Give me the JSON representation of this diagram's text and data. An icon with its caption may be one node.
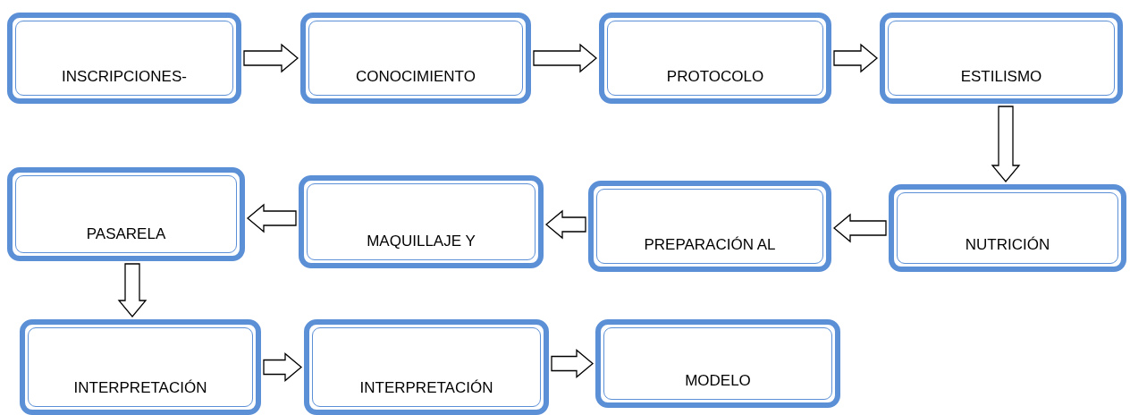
{
  "diagram": {
    "nodes": [
      {
        "text": [
          "INSCRIPCIONES-"
        ]
      },
      {
        "text": [
          "CONOCIMIENTO"
        ]
      },
      {
        "text": [
          "PROTOCOLO"
        ]
      },
      {
        "text": [
          "ESTILISMO"
        ]
      },
      {
        "text": [
          "NUTRICIÓN"
        ]
      },
      {
        "text": [
          "PREPARACIÓN AL"
        ]
      },
      {
        "text": [
          "MAQUILLAJE Y"
        ]
      },
      {
        "text": [
          "PASARELA"
        ]
      },
      {
        "text": [
          "INTERPRETACIÓN"
        ]
      },
      {
        "text": [
          "INTERPRETACIÓN"
        ]
      },
      {
        "text": [
          "MODELO"
        ]
      }
    ],
    "edges": [
      {
        "from": 0,
        "to": 1,
        "arrow": "to"
      },
      {
        "from": 1,
        "to": 2,
        "arrow": "to"
      },
      {
        "from": 2,
        "to": 3,
        "arrow": "to"
      },
      {
        "from": 3,
        "to": 4,
        "arrow": "to"
      },
      {
        "from": 4,
        "to": 5,
        "arrow": "to"
      },
      {
        "from": 5,
        "to": 6,
        "arrow": "to"
      },
      {
        "from": 6,
        "to": 7,
        "arrow": "to"
      },
      {
        "from": 7,
        "to": 8,
        "arrow": "to"
      },
      {
        "from": 8,
        "to": 9,
        "arrow": "to"
      },
      {
        "from": 9,
        "to": 10,
        "arrow": "to"
      }
    ]
  }
}
